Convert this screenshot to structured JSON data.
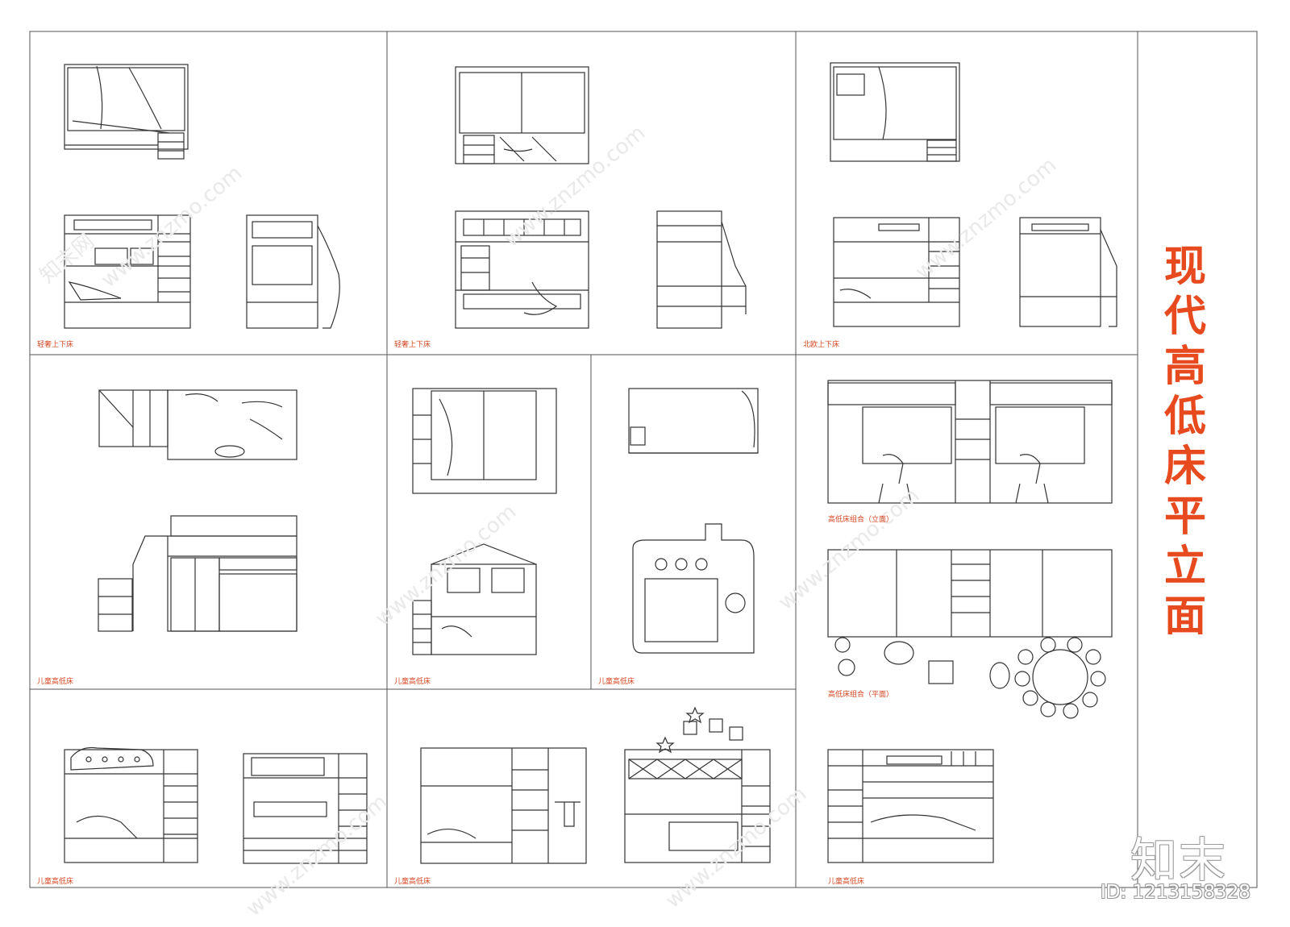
{
  "title": {
    "chars": [
      "现",
      "代",
      "高",
      "低",
      "床",
      "平",
      "立",
      "面"
    ]
  },
  "labels": {
    "c1": "轻奢上下床",
    "c2": "轻奢上下床",
    "c3": "北欧上下床",
    "c4": "儿童高低床",
    "c5": "儿童高低床",
    "c6": "儿童高低床",
    "c7a": "高低床组合（立面）",
    "c7b": "高低床组合（平面）",
    "c8": "儿童高低床",
    "c9": "儿童高低床",
    "c10": "儿童高低床"
  },
  "watermark": {
    "url": "www.znzmo.com",
    "cn": "知末网"
  },
  "brand": {
    "name": "知末",
    "id": "ID: 1213158328"
  },
  "colors": {
    "line": "#333333",
    "label": "#d6451e",
    "title": "#e84a1f",
    "frame": "#555555"
  }
}
